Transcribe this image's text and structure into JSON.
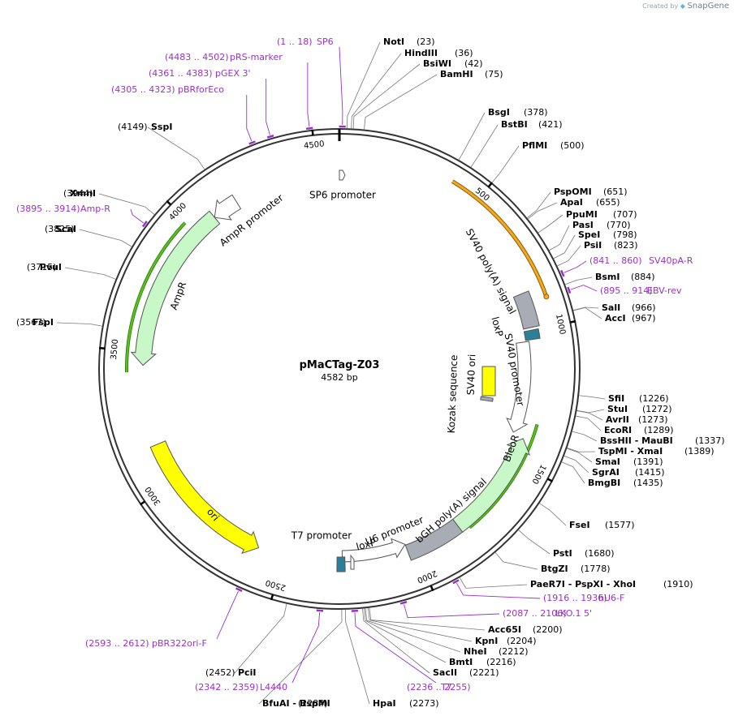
{
  "header": {
    "created_by": "Created by",
    "brand": "SnapGene"
  },
  "plasmid": {
    "name": "pMaCTag-Z03",
    "length_label": "4582 bp",
    "length": 4582
  },
  "ticks": [
    {
      "bp": 500,
      "label": "500"
    },
    {
      "bp": 1000,
      "label": "1000"
    },
    {
      "bp": 1500,
      "label": "1500"
    },
    {
      "bp": 2000,
      "label": "2000"
    },
    {
      "bp": 2500,
      "label": "2500"
    },
    {
      "bp": 3000,
      "label": "3000"
    },
    {
      "bp": 3500,
      "label": "3500"
    },
    {
      "bp": 4000,
      "label": "4000"
    },
    {
      "bp": 4500,
      "label": "4500"
    }
  ],
  "enzymes": [
    {
      "name": "NotI",
      "pos": "(23)"
    },
    {
      "name": "HindIII",
      "pos": "(36)"
    },
    {
      "name": "BsiWI",
      "pos": "(42)"
    },
    {
      "name": "BamHI",
      "pos": "(75)"
    },
    {
      "name": "BsgI",
      "pos": "(378)"
    },
    {
      "name": "BstBI",
      "pos": "(421)"
    },
    {
      "name": "PflMI",
      "pos": "(500)"
    },
    {
      "name": "PspOMI",
      "pos": "(651)"
    },
    {
      "name": "ApaI",
      "pos": "(655)"
    },
    {
      "name": "PpuMI",
      "pos": "(707)"
    },
    {
      "name": "PasI",
      "pos": "(770)"
    },
    {
      "name": "SpeI",
      "pos": "(798)"
    },
    {
      "name": "PsiI",
      "pos": "(823)"
    },
    {
      "name": "BsmI",
      "pos": "(884)"
    },
    {
      "name": "SalI",
      "pos": "(966)"
    },
    {
      "name": "AccI",
      "pos": "(967)"
    },
    {
      "name": "SfiI",
      "pos": "(1226)"
    },
    {
      "name": "StuI",
      "pos": "(1272)"
    },
    {
      "name": "AvrII",
      "pos": "(1273)"
    },
    {
      "name": "EcoRI",
      "pos": "(1289)"
    },
    {
      "name": "BssHII - MauBI",
      "pos": "(1337)"
    },
    {
      "name": "TspMI - XmaI",
      "pos": "(1389)"
    },
    {
      "name": "SmaI",
      "pos": "(1391)"
    },
    {
      "name": "SgrAI",
      "pos": "(1415)"
    },
    {
      "name": "BmgBI",
      "pos": "(1435)"
    },
    {
      "name": "FseI",
      "pos": "(1577)"
    },
    {
      "name": "PstI",
      "pos": "(1680)"
    },
    {
      "name": "BtgZI",
      "pos": "(1778)"
    },
    {
      "name": "PaeR7I - PspXI - XhoI",
      "pos": "(1910)"
    },
    {
      "name": "Acc65I",
      "pos": "(2200)"
    },
    {
      "name": "KpnI",
      "pos": "(2204)"
    },
    {
      "name": "NheI",
      "pos": "(2212)"
    },
    {
      "name": "BmtI",
      "pos": "(2216)"
    },
    {
      "name": "SacII",
      "pos": "(2221)"
    },
    {
      "name": "HpaI",
      "pos": "(2273)"
    },
    {
      "name": "BfuAI - BspMI",
      "pos": "(2284)"
    },
    {
      "name": "PciI",
      "pos": "(2452)"
    },
    {
      "name": "FspI",
      "pos": "(3567)"
    },
    {
      "name": "PvuI",
      "pos": "(3715)"
    },
    {
      "name": "ScaI",
      "pos": "(3825)"
    },
    {
      "name": "XmnI",
      "pos": "(3944)"
    },
    {
      "name": "SspI",
      "pos": "(4149)"
    }
  ],
  "primers": [
    {
      "range": "(1 .. 18)",
      "name": "SP6"
    },
    {
      "range": "(4483 .. 4502)",
      "name": "pRS-marker"
    },
    {
      "range": "(4361 .. 4383)",
      "name": "pGEX 3'"
    },
    {
      "range": "(4305 .. 4323)",
      "name": "pBRforEco"
    },
    {
      "range": "(841 .. 860)",
      "name": "SV40pA-R"
    },
    {
      "range": "(895 .. 914)",
      "name": "EBV-rev"
    },
    {
      "range": "(1916 .. 1936)",
      "name": "hU6-F"
    },
    {
      "range": "(2087 .. 2106)",
      "name": "LKO.1 5'"
    },
    {
      "range": "(2236 .. 2255)",
      "name": "T7"
    },
    {
      "range": "(2342 .. 2359)",
      "name": "L4440"
    },
    {
      "range": "(2593 .. 2612)",
      "name": "pBR322ori-F"
    },
    {
      "range": "(3895 .. 3914)",
      "name": "Amp-R"
    }
  ],
  "features": [
    {
      "label": "SP6 promoter"
    },
    {
      "label": "AmpR promoter"
    },
    {
      "label": "AmpR"
    },
    {
      "label": "ori"
    },
    {
      "label": "T7 promoter"
    },
    {
      "label": "loxP"
    },
    {
      "label": "U6 promoter"
    },
    {
      "label": "bGH poly(A) signal"
    },
    {
      "label": "BleoR"
    },
    {
      "label": "SV40 promoter"
    },
    {
      "label": "loxP"
    },
    {
      "label": "SV40 poly(A) signal"
    },
    {
      "label": "SV40 ori"
    },
    {
      "label": "Kozak sequence"
    }
  ],
  "colors": {
    "ampr": "#c8f7c8",
    "ori": "#ffff00",
    "polya": "#a8adb5",
    "loxp": "#2b7f99",
    "orange_arc": "#f5a623",
    "green_arc": "#53c219",
    "primer": "#9b30c8"
  }
}
